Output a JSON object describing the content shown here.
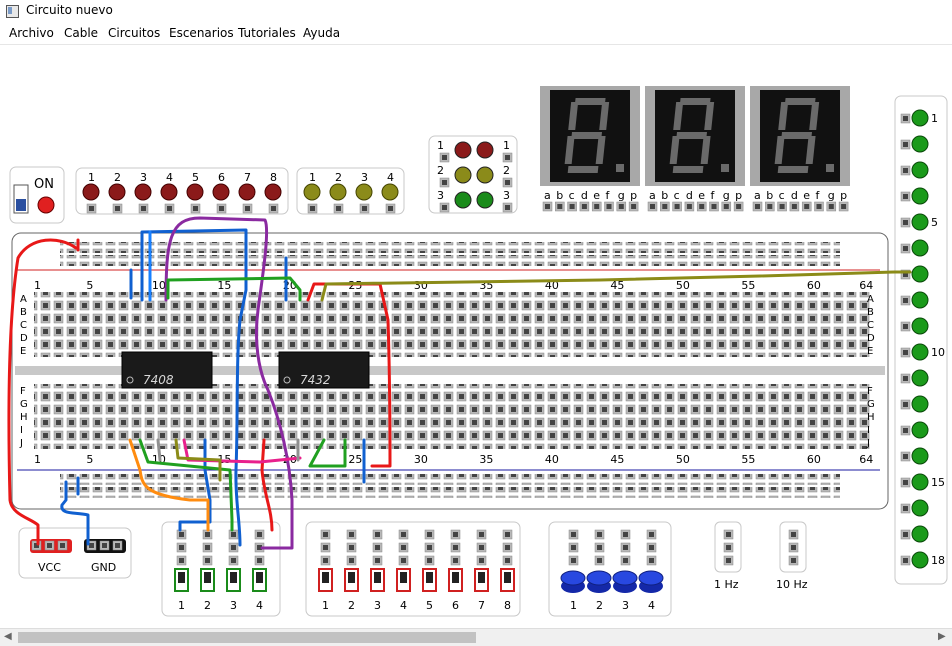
{
  "window": {
    "title": "Circuito nuevo"
  },
  "menu": [
    "Archivo",
    "Cable",
    "Circuitos",
    "Escenarios",
    "Tutoriales",
    "Ayuda"
  ],
  "power": {
    "label": "ON"
  },
  "leds_red": {
    "labels": [
      "1",
      "2",
      "3",
      "4",
      "5",
      "6",
      "7",
      "8"
    ],
    "color": "#8b1a1a"
  },
  "leds_olive": {
    "labels": [
      "1",
      "2",
      "3",
      "4"
    ],
    "color": "#8b8b1a"
  },
  "traffic": {
    "left_labels": [
      "1",
      "2",
      "3"
    ],
    "right_labels": [
      "1",
      "2",
      "3"
    ],
    "colors": [
      "#8b1a1a",
      "#8b8b1a",
      "#1a8b1a"
    ]
  },
  "seven_seg": {
    "digits": 3,
    "segment_labels": [
      "a",
      "b",
      "c",
      "d",
      "e",
      "f",
      "g",
      "p"
    ]
  },
  "side_leds": {
    "labels": [
      "1",
      "",
      "",
      "",
      "5",
      "",
      "",
      "",
      "",
      "10",
      "",
      "",
      "",
      "",
      "15",
      "",
      "",
      "18"
    ],
    "color": "#1a9a1a"
  },
  "breadboard": {
    "col_numbers": [
      "1",
      "5",
      "10",
      "15",
      "20",
      "25",
      "30",
      "35",
      "40",
      "45",
      "50",
      "55",
      "60",
      "64"
    ],
    "rows_top": [
      "A",
      "B",
      "C",
      "D",
      "E"
    ],
    "rows_bottom": [
      "F",
      "G",
      "H",
      "I",
      "J"
    ]
  },
  "chips": [
    {
      "label": "7408"
    },
    {
      "label": "7432"
    }
  ],
  "supply": {
    "vcc": "VCC",
    "gnd": "GND"
  },
  "switches_green": {
    "labels": [
      "1",
      "2",
      "3",
      "4"
    ]
  },
  "switches_red": {
    "labels": [
      "1",
      "2",
      "3",
      "4",
      "5",
      "6",
      "7",
      "8"
    ]
  },
  "buttons_blue": {
    "labels": [
      "1",
      "2",
      "3",
      "4"
    ]
  },
  "clocks": [
    {
      "label": "1 Hz"
    },
    {
      "label": "10 Hz"
    }
  ]
}
